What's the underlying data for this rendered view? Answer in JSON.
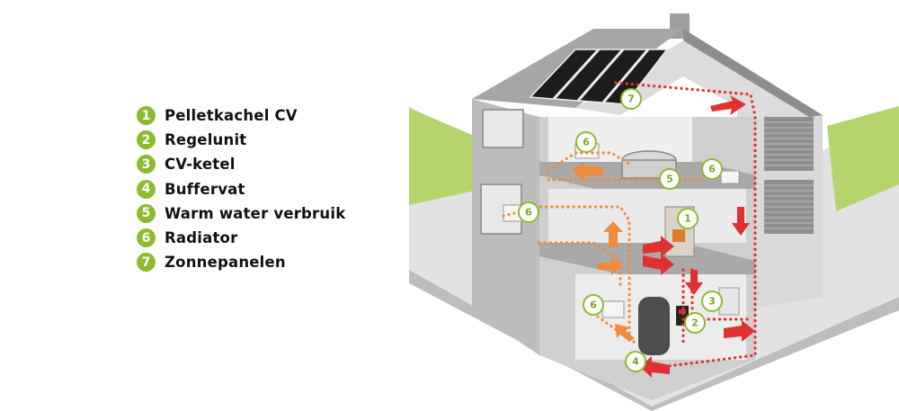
{
  "legend": {
    "items": [
      {
        "number": "1",
        "label": "Pelletkachel CV"
      },
      {
        "number": "2",
        "label": "Regelunit"
      },
      {
        "number": "3",
        "label": "CV-ketel"
      },
      {
        "number": "4",
        "label": "Buffervat"
      },
      {
        "number": "5",
        "label": "Warm water verbruik"
      },
      {
        "number": "6",
        "label": "Radiator"
      },
      {
        "number": "7",
        "label": "Zonnepanelen"
      }
    ]
  },
  "markers": {
    "solar": "7",
    "radiator_attic": "6",
    "boiler_tank": "5",
    "radiator_first_right": "6",
    "radiator_first_left": "6",
    "pellet_stove": "1",
    "control_unit": "2",
    "cv_boiler": "3",
    "radiator_ground": "6",
    "buffer_tank": "4"
  },
  "colors": {
    "accent_green": "#8dbb2f",
    "grass_green": "#b5d46b",
    "pipe_red": "#e03131",
    "pipe_orange": "#f08a3c",
    "wall_gray": "#c9c9c9"
  }
}
